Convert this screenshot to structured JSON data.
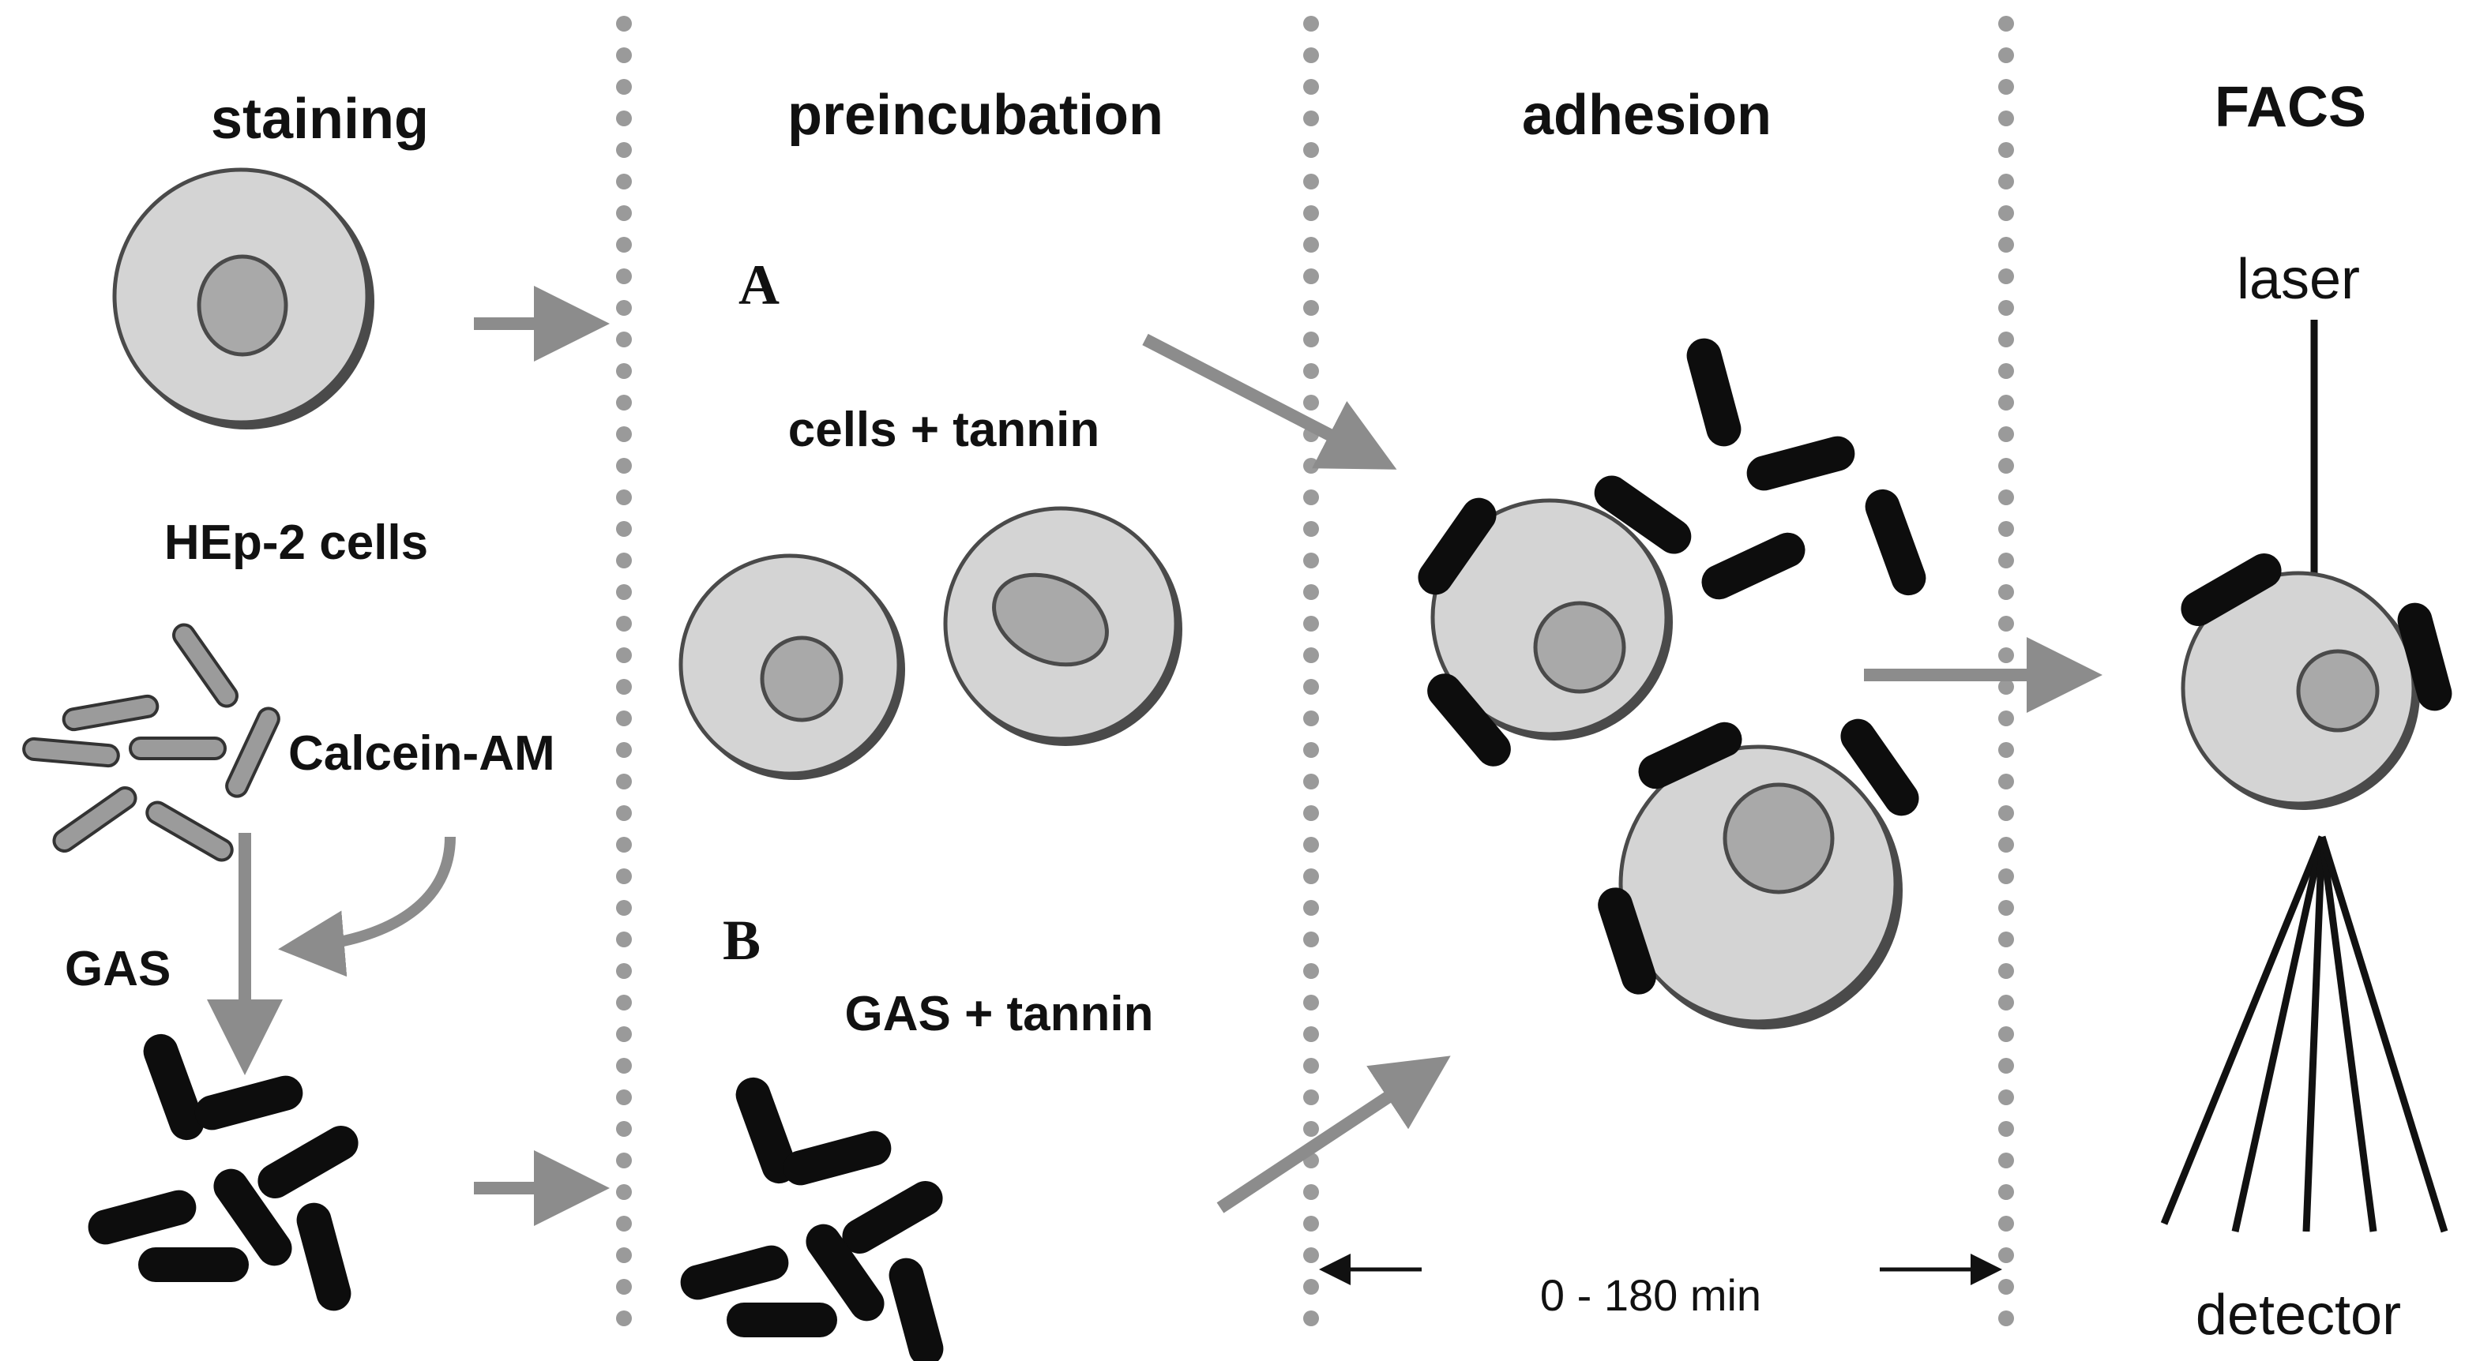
{
  "headings": {
    "staining": "staining",
    "preincubation": "preincubation",
    "adhesion": "adhesion",
    "facs": "FACS"
  },
  "labels": {
    "hep2_cells": "HEp-2 cells",
    "calcein": "Calcein-AM",
    "gas": "GAS",
    "variant_a": "A",
    "cells_tannin": "cells + tannin",
    "variant_b": "B",
    "gas_tannin": "GAS + tannin",
    "time_range": "0 - 180 min",
    "laser": "laser",
    "detector": "detector"
  },
  "colors": {
    "cell_fill": "#d4d4d4",
    "nucleus_fill": "#a9a9a9",
    "outline": "#4a4a4a",
    "arrow_gray": "#8c8c8c",
    "divider": "#9a9a9a",
    "bacteria_stained": "#0d0d0d",
    "bacteria_unstained": "#9b9b9b"
  }
}
